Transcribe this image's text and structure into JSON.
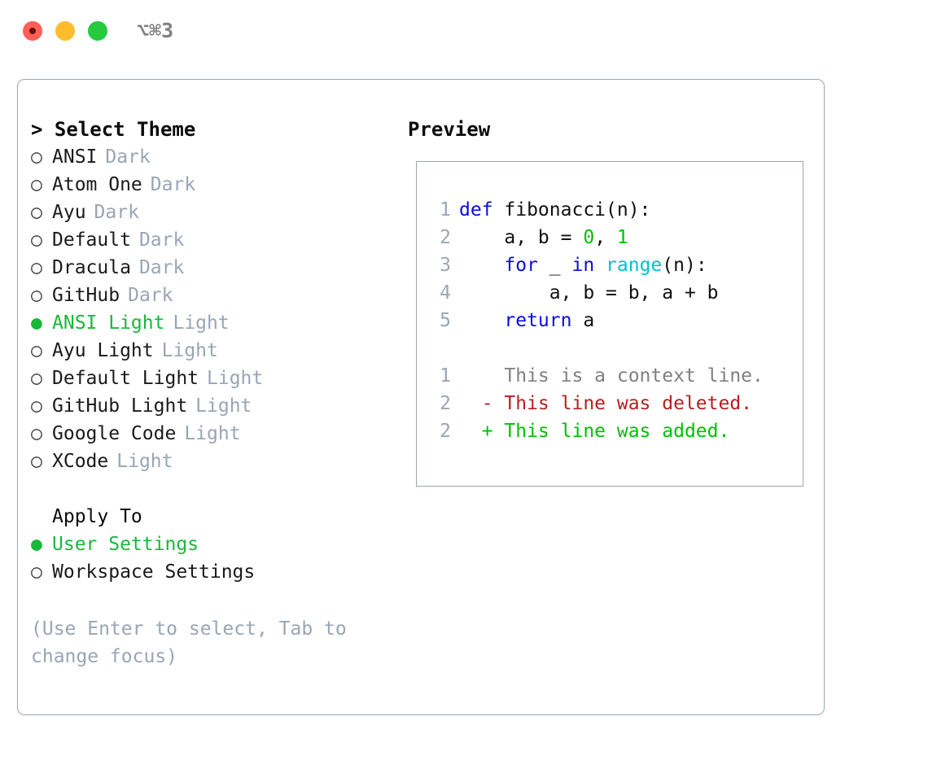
{
  "window": {
    "title": "⌥⌘3",
    "traffic_lights": [
      {
        "name": "close",
        "color": "#ff5f56"
      },
      {
        "name": "minimize",
        "color": "#ffbd2e"
      },
      {
        "name": "maximize",
        "color": "#27c93f"
      }
    ]
  },
  "theme_panel": {
    "heading": "> Select Theme",
    "selected_bullet": "●",
    "unselected_bullet": "○",
    "items": [
      {
        "label": "ANSI",
        "variant": "Dark",
        "selected": false
      },
      {
        "label": "Atom One",
        "variant": "Dark",
        "selected": false
      },
      {
        "label": "Ayu",
        "variant": "Dark",
        "selected": false
      },
      {
        "label": "Default",
        "variant": "Dark",
        "selected": false
      },
      {
        "label": "Dracula",
        "variant": "Dark",
        "selected": false
      },
      {
        "label": "GitHub",
        "variant": "Dark",
        "selected": false
      },
      {
        "label": "ANSI Light",
        "variant": "Light",
        "selected": true
      },
      {
        "label": "Ayu Light",
        "variant": "Light",
        "selected": false
      },
      {
        "label": "Default Light",
        "variant": "Light",
        "selected": false
      },
      {
        "label": "GitHub Light",
        "variant": "Light",
        "selected": false
      },
      {
        "label": "Google Code",
        "variant": "Light",
        "selected": false
      },
      {
        "label": "XCode",
        "variant": "Light",
        "selected": false
      }
    ]
  },
  "apply_to": {
    "heading": "Apply To",
    "options": [
      {
        "label": "User Settings",
        "selected": true
      },
      {
        "label": "Workspace Settings",
        "selected": false
      }
    ]
  },
  "hint": "(Use Enter to select, Tab to change focus)",
  "preview": {
    "heading": "Preview",
    "code_lines": [
      {
        "number": "1",
        "tokens": [
          {
            "text": "def",
            "type": "kw"
          },
          {
            "text": " fibonacci(n):",
            "type": "id"
          }
        ]
      },
      {
        "number": "2",
        "tokens": [
          {
            "text": "    a, b = ",
            "type": "id"
          },
          {
            "text": "0",
            "type": "num"
          },
          {
            "text": ", ",
            "type": "id"
          },
          {
            "text": "1",
            "type": "num"
          }
        ]
      },
      {
        "number": "3",
        "tokens": [
          {
            "text": "    ",
            "type": "id"
          },
          {
            "text": "for",
            "type": "kw"
          },
          {
            "text": " _ ",
            "type": "id"
          },
          {
            "text": "in",
            "type": "kw"
          },
          {
            "text": " ",
            "type": "id"
          },
          {
            "text": "range",
            "type": "fn"
          },
          {
            "text": "(n):",
            "type": "id"
          }
        ]
      },
      {
        "number": "4",
        "tokens": [
          {
            "text": "        a, b = b, a + b",
            "type": "id"
          }
        ]
      },
      {
        "number": "5",
        "tokens": [
          {
            "text": "    ",
            "type": "id"
          },
          {
            "text": "return",
            "type": "kw"
          },
          {
            "text": " a",
            "type": "id"
          }
        ]
      }
    ],
    "diff_lines": [
      {
        "number": "1",
        "marker": " ",
        "text": " This is a context line.",
        "type": "ctx"
      },
      {
        "number": "2",
        "marker": "-",
        "text": " This line was deleted.",
        "type": "del"
      },
      {
        "number": "2",
        "marker": "+",
        "text": " This line was added.",
        "type": "add"
      }
    ]
  },
  "colors": {
    "accent_green": "#18b83a",
    "muted": "#9aa5b4",
    "keyword_blue": "#0a0ae6",
    "function_cyan": "#00c2cf",
    "number_green": "#00c000",
    "diff_deleted": "#b52020",
    "diff_added": "#00c000",
    "border": "#9aa5b4"
  }
}
